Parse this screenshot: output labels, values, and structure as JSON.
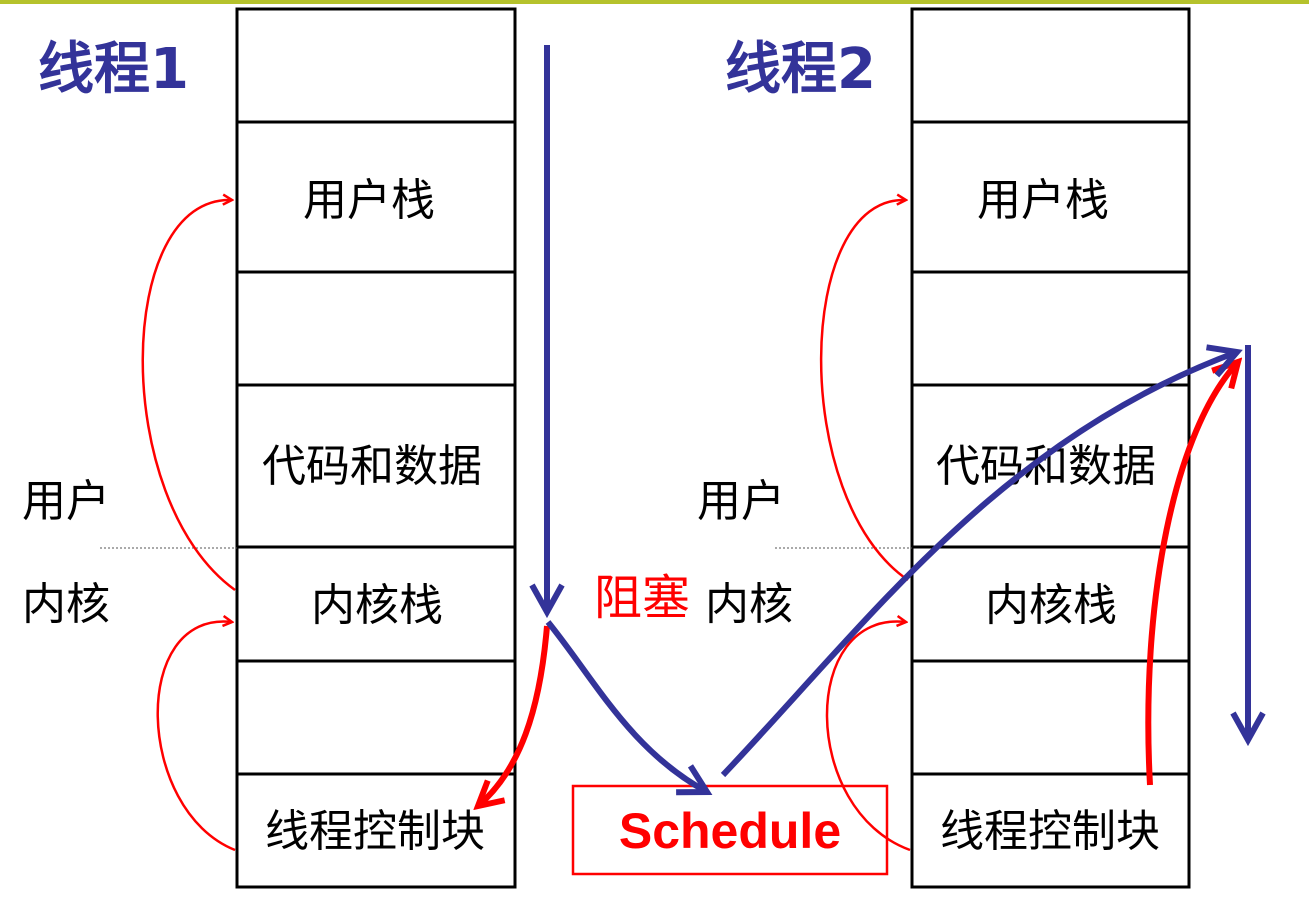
{
  "colors": {
    "title": "#333399",
    "flow": "#333399",
    "red": "#ff0000",
    "box_border": "#000000",
    "divider": "#555555",
    "accent_rule": "#b5c22c"
  },
  "thread1": {
    "title": "线程1",
    "user_label": "用户",
    "kernel_label": "内核",
    "cells": [
      "",
      "用户栈",
      "",
      "代码和数据",
      "内核栈",
      "",
      "线程控制块"
    ]
  },
  "thread2": {
    "title": "线程2",
    "user_label": "用户",
    "kernel_label": "内核",
    "cells": [
      "",
      "用户栈",
      "",
      "代码和数据",
      "内核栈",
      "",
      "线程控制块"
    ]
  },
  "block_label": "阻塞",
  "schedule_label": "Schedule"
}
